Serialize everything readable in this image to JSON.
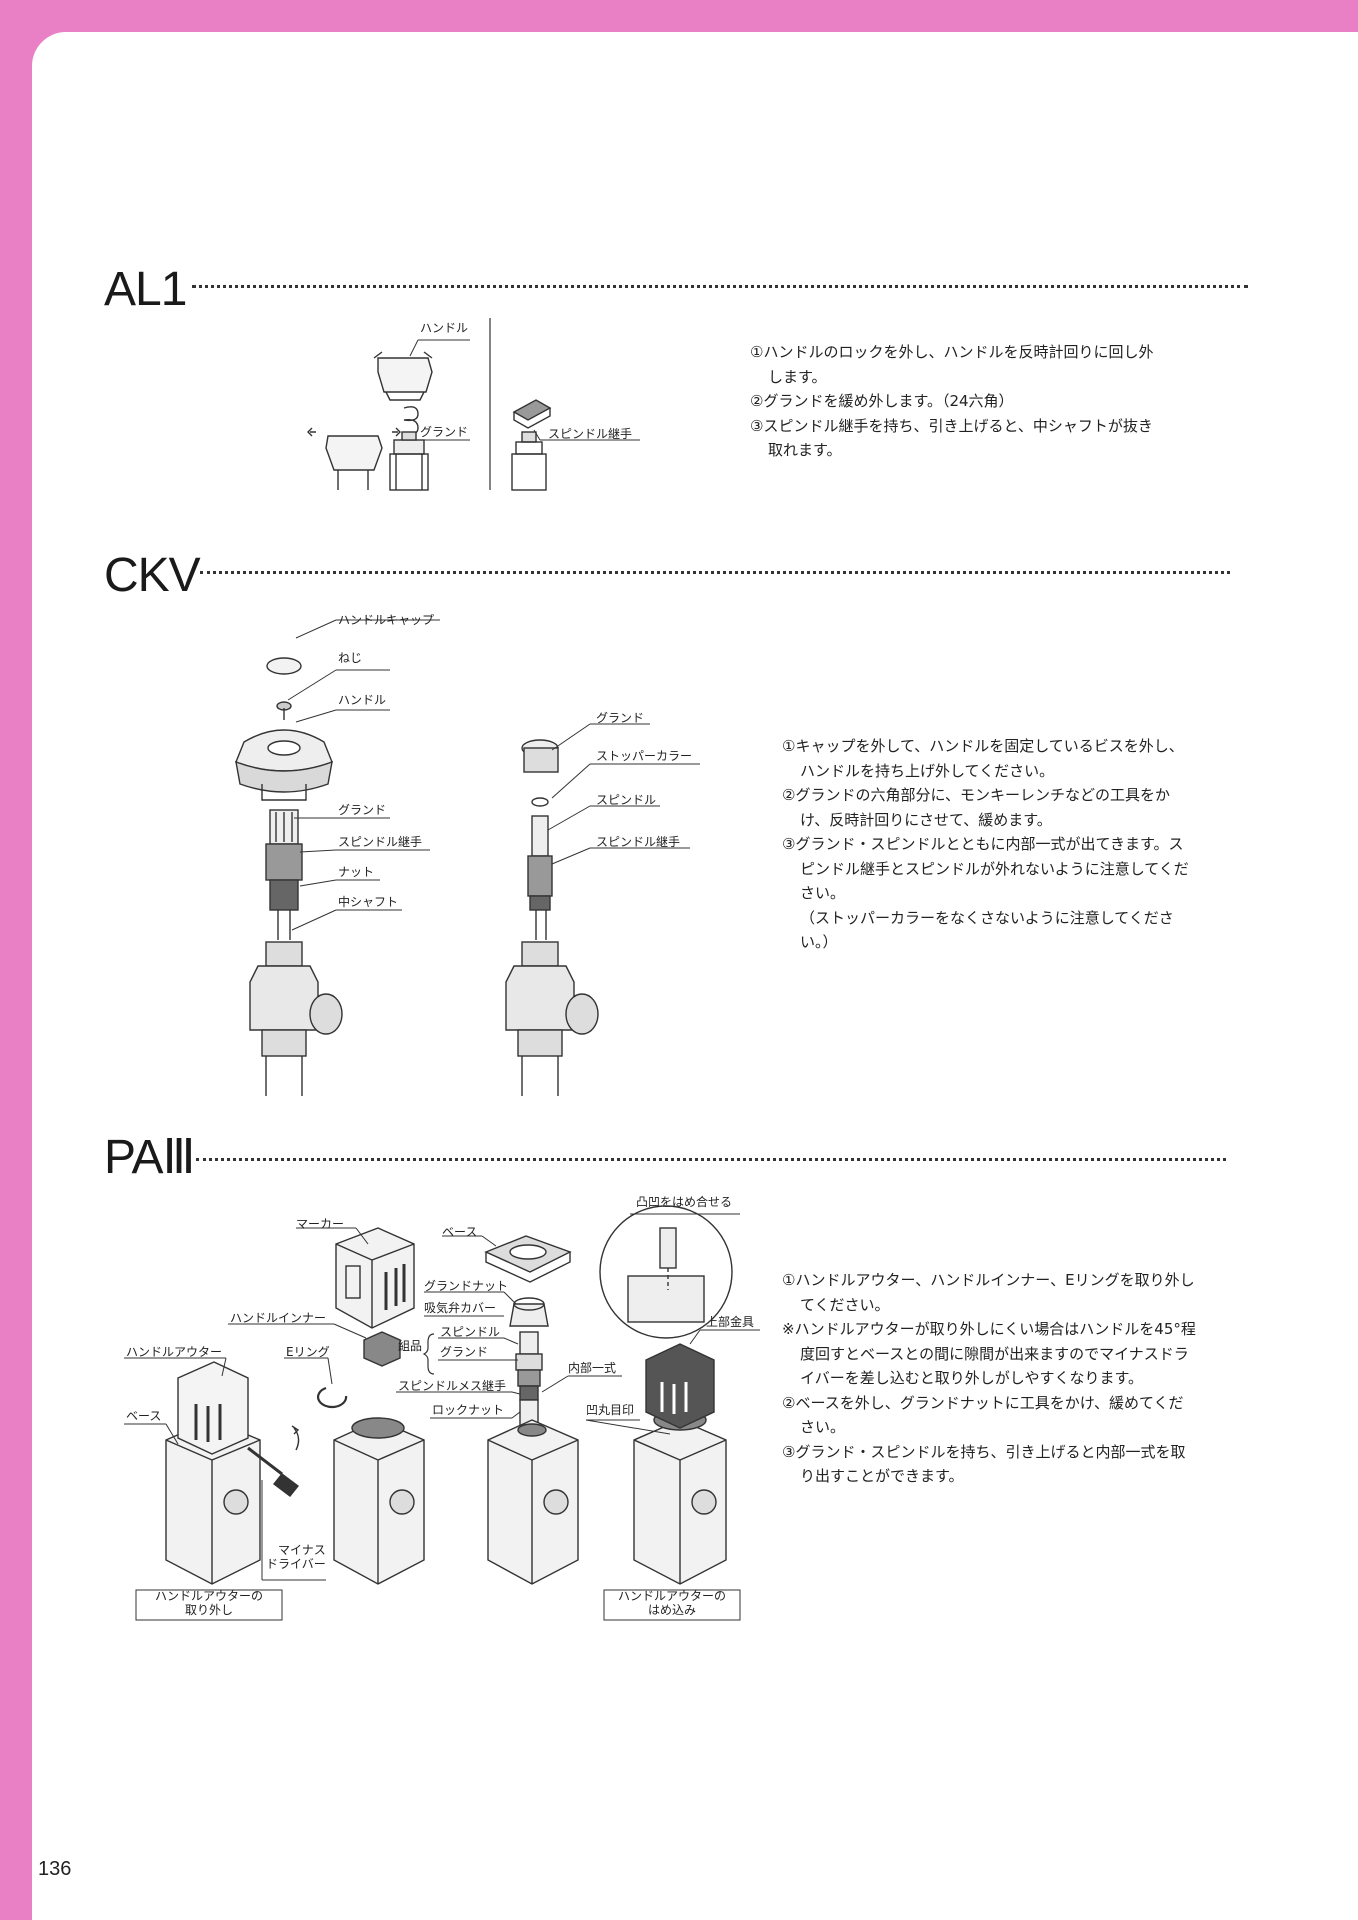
{
  "page_number": "136",
  "colors": {
    "frame": "#e97fc4",
    "paper": "#ffffff",
    "ink": "#222222"
  },
  "sections": [
    {
      "id": "al1",
      "title": "AL1",
      "labels": [
        "ハンドル",
        "グランド",
        "スピンドル継手"
      ],
      "steps": [
        "①ハンドルのロックを外し、ハンドルを反時計回りに回し外します。",
        "②グランドを緩め外します。（24六角）",
        "③スピンドル継手を持ち、引き上げると、中シャフトが抜き取れます。"
      ]
    },
    {
      "id": "ckv",
      "title": "CKV",
      "labels_left": [
        "ハンドルキャップ",
        "ねじ",
        "ハンドル",
        "グランド",
        "スピンドル継手",
        "ナット",
        "中シャフト"
      ],
      "labels_right": [
        "グランド",
        "ストッパーカラー",
        "スピンドル",
        "スピンドル継手"
      ],
      "steps": [
        "①キャップを外して、ハンドルを固定しているビスを外し、ハンドルを持ち上げ外してください。",
        "②グランドの六角部分に、モンキーレンチなどの工具をかけ、反時計回りにさせて、緩めます。",
        "③グランド・スピンドルとともに内部一式が出てきます。スピンドル継手とスピンドルが外れないように注意してください。\n（ストッパーカラーをなくさないように注意してください。）"
      ]
    },
    {
      "id": "pa3",
      "title": "PAⅢ",
      "labels": {
        "marker": "マーカー",
        "base_top": "ベース",
        "fit": "凸凹をはめ合せる",
        "gland_nut": "グランドナット",
        "intake_cover": "吸気弁カバー",
        "handle_inner": "ハンドルインナー",
        "assembly": "組品",
        "spindle": "スピンドル",
        "gland": "グランド",
        "handle_outer": "ハンドルアウター",
        "e_ring": "Eリング",
        "internal_set": "内部一式",
        "upper_fitting": "上部金具",
        "spindle_female": "スピンドルメス継手",
        "lock_nut": "ロックナット",
        "dimple": "凹丸目印",
        "base_left": "ベース",
        "driver": "マイナス\nドライバー",
        "caption_remove": "ハンドルアウターの\n取り外し",
        "caption_fit": "ハンドルアウターの\nはめ込み"
      },
      "steps": [
        "①ハンドルアウター、ハンドルインナー、Eリングを取り外してください。",
        "※ハンドルアウターが取り外しにくい場合はハンドルを45°程度回すとベースとの間に隙間が出来ますのでマイナスドライバーを差し込むと取り外しがしやすくなります。",
        "②ベースを外し、グランドナットに工具をかけ、緩めてください。",
        "③グランド・スピンドルを持ち、引き上げると内部一式を取り出すことができます。"
      ]
    }
  ]
}
